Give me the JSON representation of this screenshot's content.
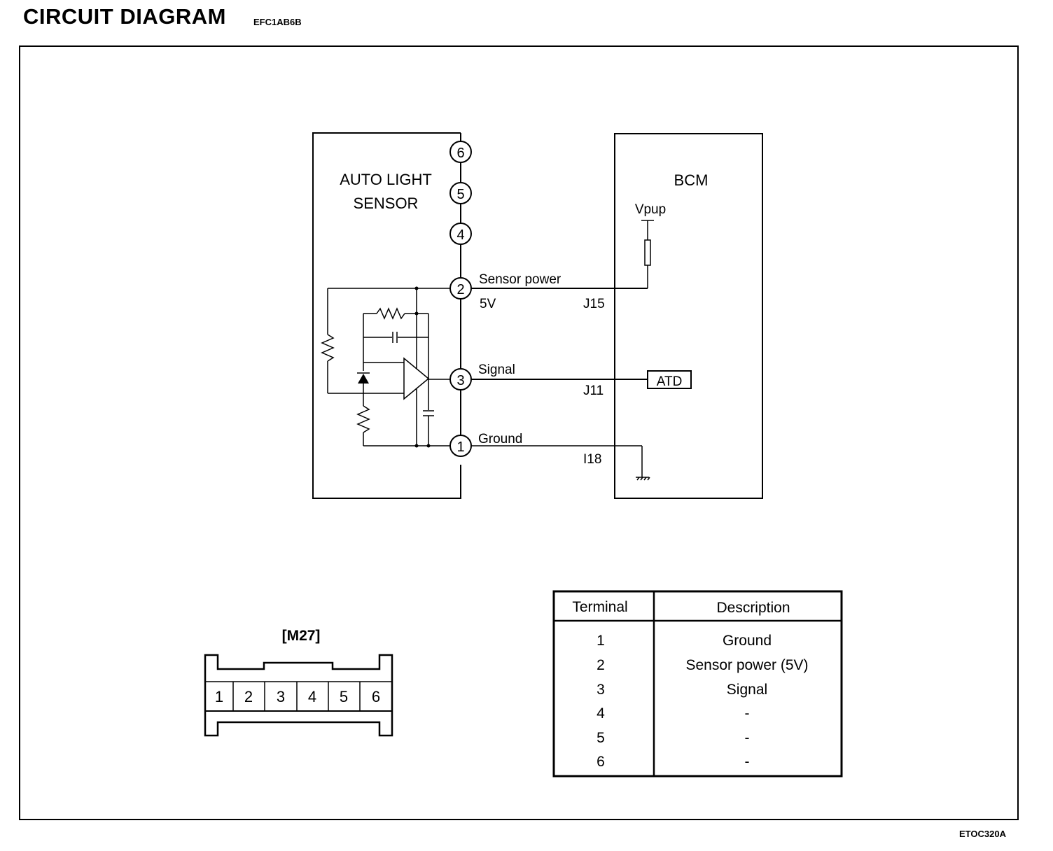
{
  "header": {
    "title": "CIRCUIT DIAGRAM",
    "code": "EFC1AB6B"
  },
  "footer": {
    "code": "ETOC320A"
  },
  "sensor": {
    "name_line1": "AUTO LIGHT",
    "name_line2": "SENSOR",
    "pins": [
      "6",
      "5",
      "4",
      "2",
      "3",
      "1"
    ]
  },
  "bcm": {
    "name": "BCM",
    "pullup": "Vpup",
    "atd": "ATD",
    "pins": {
      "power": "J15",
      "signal": "J11",
      "ground": "I18"
    }
  },
  "wires": {
    "power": "Sensor power",
    "voltage": "5V",
    "signal": "Signal",
    "ground": "Ground"
  },
  "connector": {
    "label": "[M27]",
    "pins": [
      "1",
      "2",
      "3",
      "4",
      "5",
      "6"
    ]
  },
  "table": {
    "headers": [
      "Terminal",
      "Description"
    ],
    "rows": [
      {
        "terminal": "1",
        "description": "Ground"
      },
      {
        "terminal": "2",
        "description": "Sensor power (5V)"
      },
      {
        "terminal": "3",
        "description": "Signal"
      },
      {
        "terminal": "4",
        "description": "-"
      },
      {
        "terminal": "5",
        "description": "-"
      },
      {
        "terminal": "6",
        "description": "-"
      }
    ]
  }
}
